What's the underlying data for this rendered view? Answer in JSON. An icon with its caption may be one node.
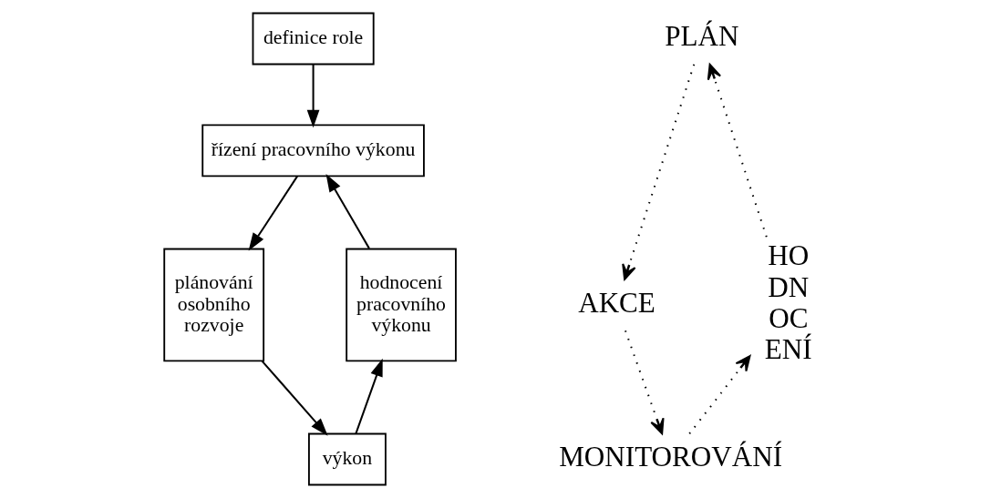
{
  "diagram": {
    "nodes": [
      {
        "text": [
          "definice role"
        ]
      },
      {
        "text": [
          "řízení pracovního výkonu"
        ]
      },
      {
        "text": [
          "plánování osobního rozvoje"
        ]
      },
      {
        "text": [
          "výkon"
        ]
      },
      {
        "text": [
          "hodnocení pracovního výkonu"
        ]
      },
      {
        "text": [
          "PLÁN"
        ]
      },
      {
        "text": [
          "AKCE"
        ]
      },
      {
        "text": [
          "MONITOROVÁNÍ"
        ]
      },
      {
        "text": [
          "HO DN OC ENÍ"
        ]
      }
    ],
    "edges": [
      {
        "from": 0,
        "to": 1,
        "arrow": "to"
      },
      {
        "from": 1,
        "to": 2,
        "arrow": "to"
      },
      {
        "from": 2,
        "to": 3,
        "arrow": "to"
      },
      {
        "from": 3,
        "to": 4,
        "arrow": "to"
      },
      {
        "from": 4,
        "to": 1,
        "arrow": "to"
      },
      {
        "from": 8,
        "to": 5,
        "arrow": "to",
        "style": "dashed"
      },
      {
        "from": 5,
        "to": 6,
        "arrow": "to",
        "style": "dashed"
      },
      {
        "from": 6,
        "to": 7,
        "arrow": "to",
        "style": "dashed"
      },
      {
        "from": 7,
        "to": 8,
        "arrow": "to",
        "style": "dashed"
      }
    ]
  }
}
